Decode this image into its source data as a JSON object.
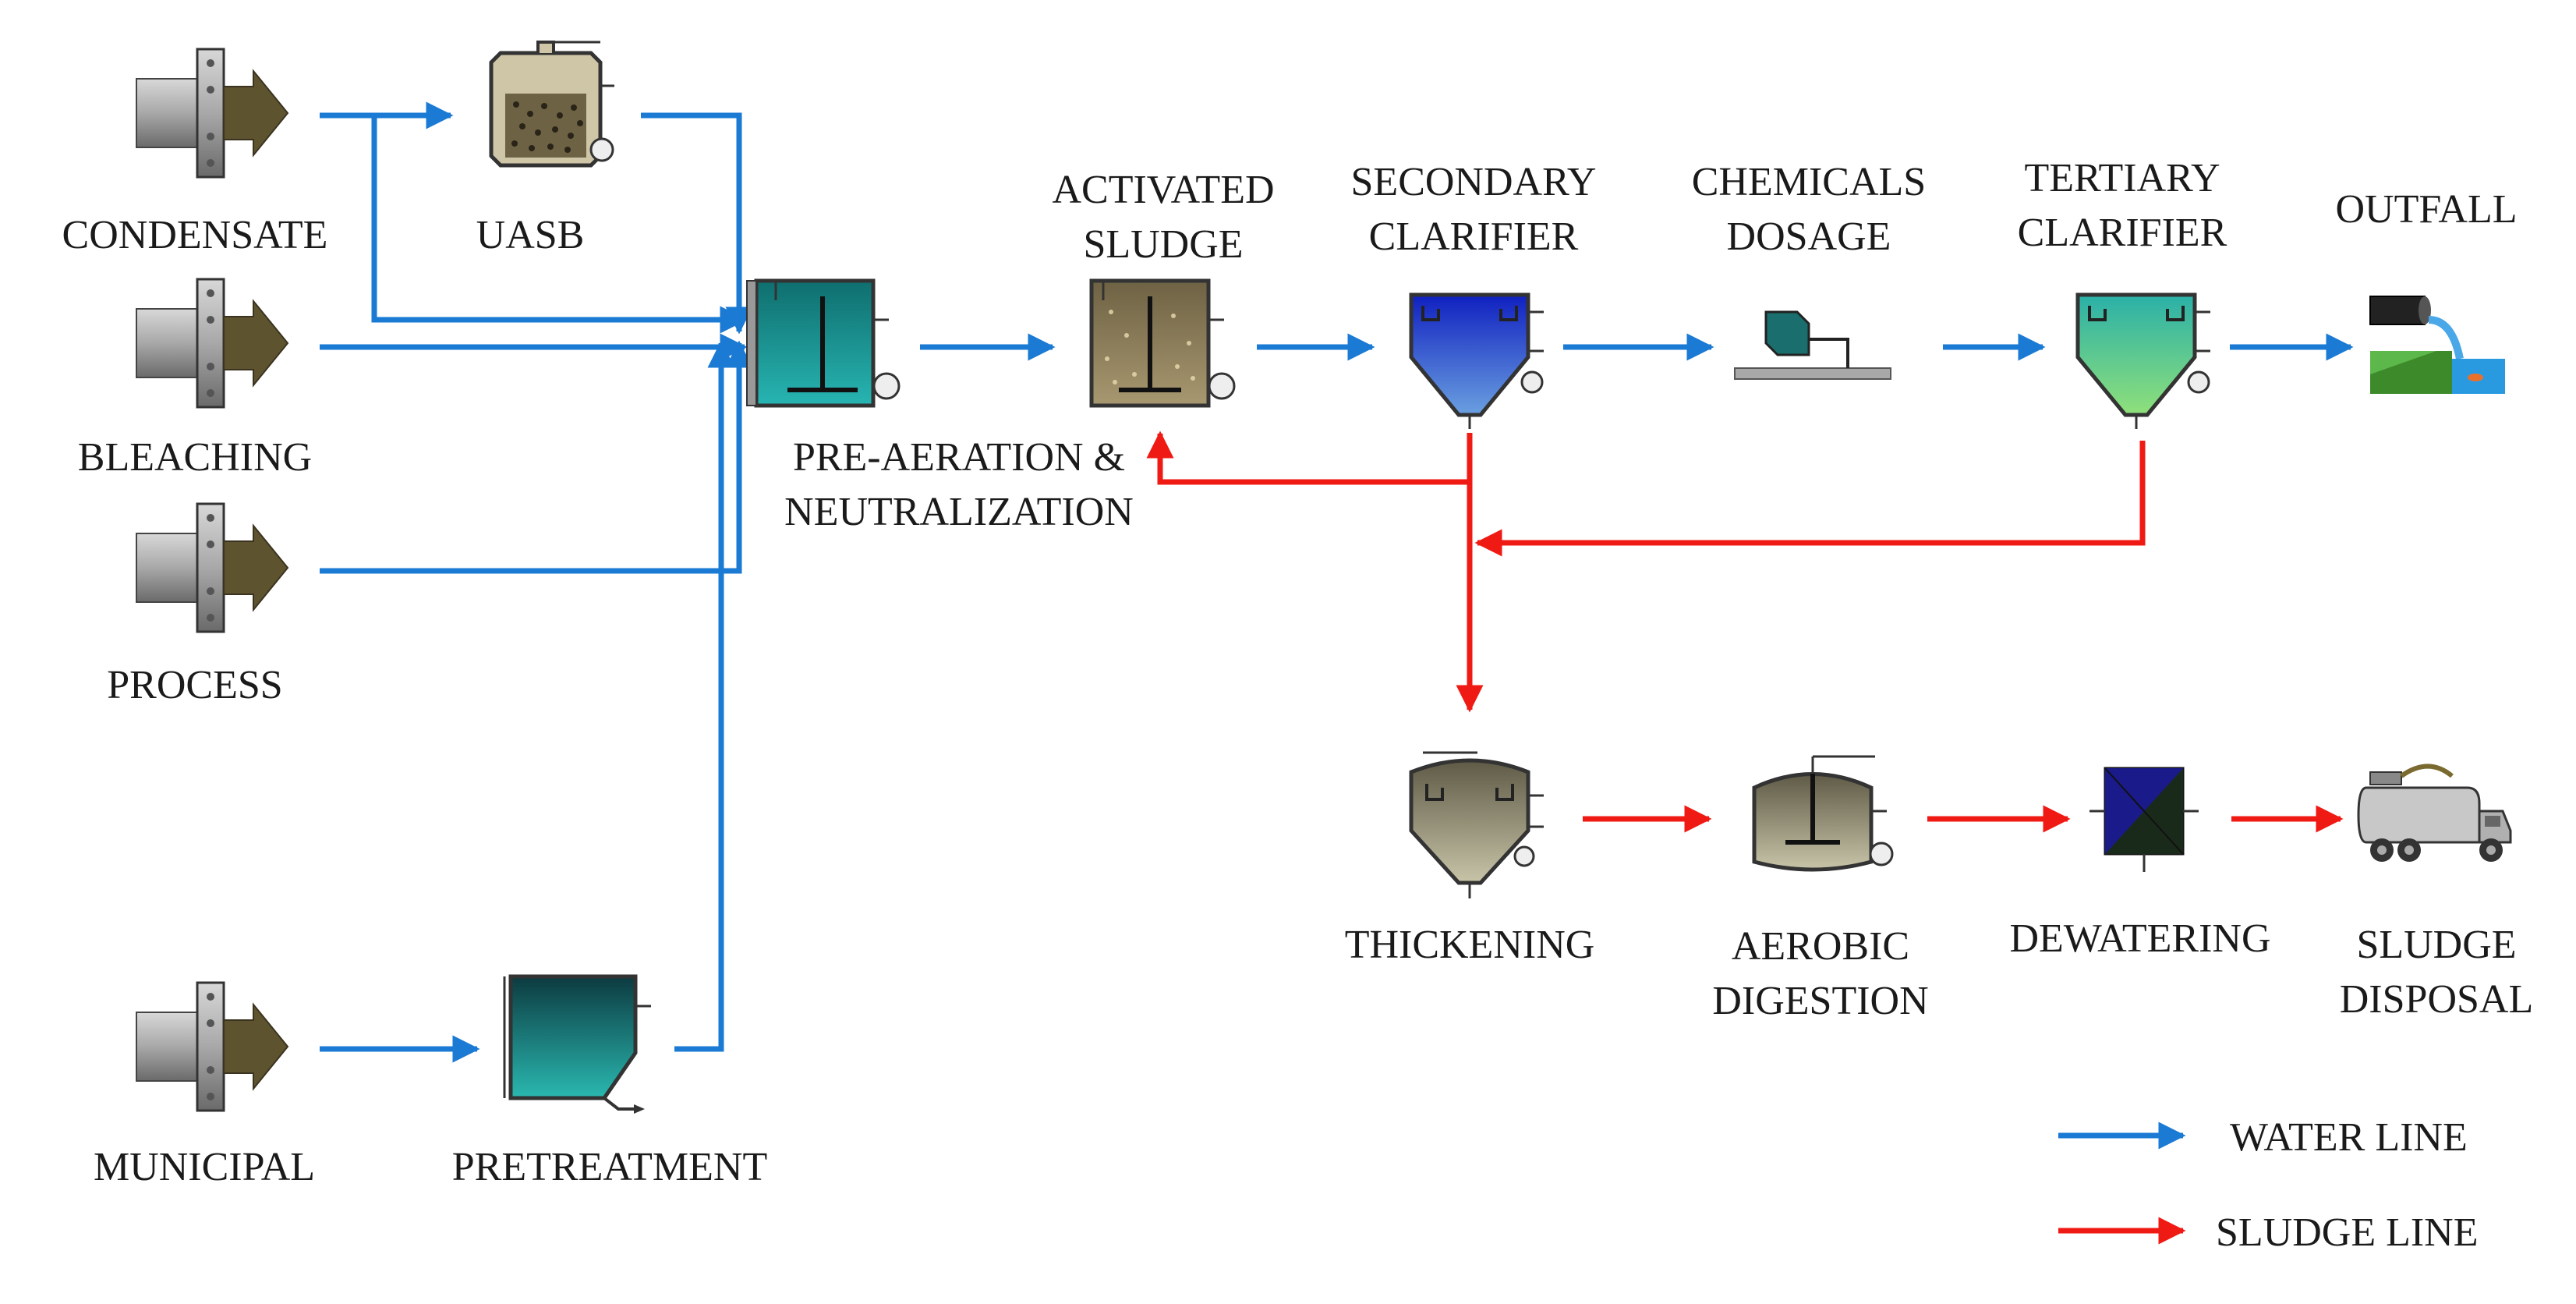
{
  "colors": {
    "water_line": "#1a7ad4",
    "sludge_line": "#f01a14",
    "pipe_arrow": "#5e532f",
    "tank_teal": "#1a9a9a",
    "sludge_brown": "#8a7a58",
    "clarifier_blue": "#2a3fd0"
  },
  "sources": {
    "condensate": "CONDENSATE",
    "bleaching": "BLEACHING",
    "process": "PROCESS",
    "municipal": "MUNICIPAL"
  },
  "units": {
    "uasb": "UASB",
    "pretreatment": "PRETREATMENT",
    "pre_aeration": [
      "PRE-AERATION &",
      "NEUTRALIZATION"
    ],
    "activated_sludge": [
      "ACTIVATED",
      "SLUDGE"
    ],
    "secondary_clarifier": [
      "SECONDARY",
      "CLARIFIER"
    ],
    "chemicals_dosage": [
      "CHEMICALS",
      "DOSAGE"
    ],
    "tertiary_clarifier": [
      "TERTIARY",
      "CLARIFIER"
    ],
    "outfall": "OUTFALL",
    "thickening": "THICKENING",
    "aerobic_digestion": [
      "AEROBIC",
      "DIGESTION"
    ],
    "dewatering": "DEWATERING",
    "sludge_disposal": [
      "SLUDGE",
      "DISPOSAL"
    ]
  },
  "legend": {
    "water_line": "WATER LINE",
    "sludge_line": "SLUDGE LINE"
  },
  "icons": [
    "pipe-inlet-icon",
    "uasb-reactor-icon",
    "pretreatment-tank-icon",
    "aeration-tank-icon",
    "activated-sludge-tank-icon",
    "clarifier-icon",
    "dosing-pump-icon",
    "outfall-icon",
    "thickener-icon",
    "digester-icon",
    "dewatering-cube-icon",
    "sludge-truck-icon"
  ]
}
